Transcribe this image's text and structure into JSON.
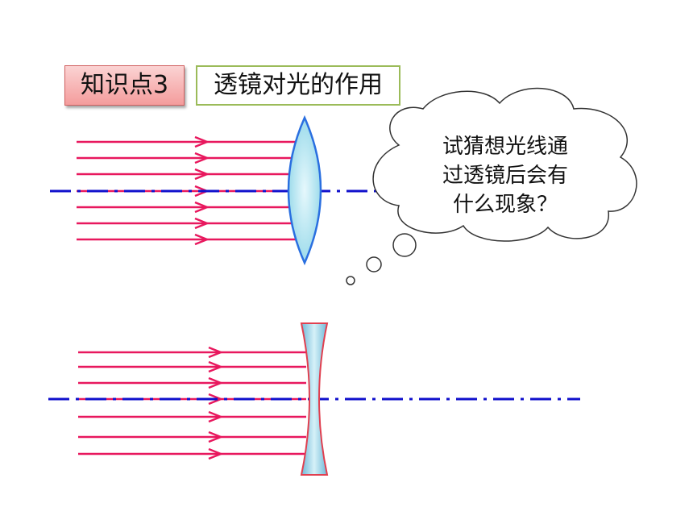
{
  "header": {
    "knowledge_point": "知识点3",
    "topic": "透镜对光的作用"
  },
  "thought_bubble": {
    "lines": [
      "试猜想光线通",
      "过透镜后会有",
      "什么现象？"
    ]
  },
  "colors": {
    "ray": "#e8185e",
    "axis": "#1010cc",
    "lens_fill": "#a8e2ef",
    "convex_edge": "#2a6fe0",
    "concave_edge": "#e04050",
    "tag_fill": "#f6b4b4",
    "tag_border": "#9bbb59"
  }
}
